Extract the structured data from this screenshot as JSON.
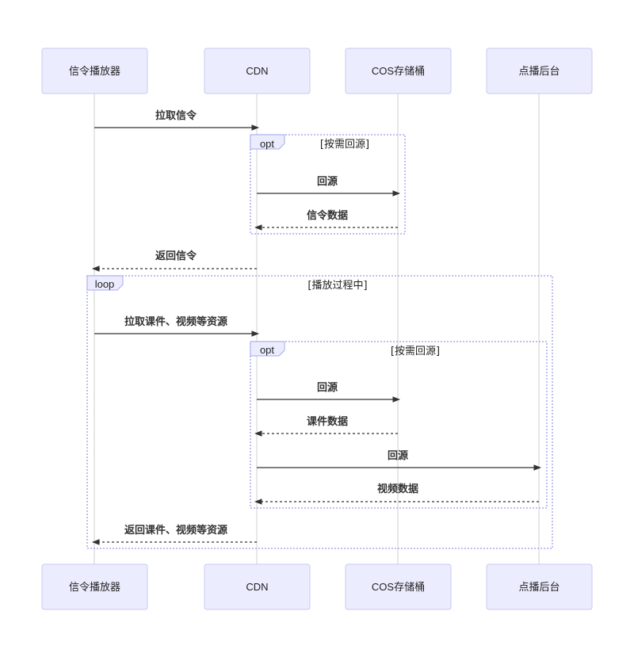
{
  "actors": [
    {
      "id": "player",
      "label": "信令播放器"
    },
    {
      "id": "cdn",
      "label": "CDN"
    },
    {
      "id": "cos",
      "label": "COS存储桶"
    },
    {
      "id": "vod",
      "label": "点播后台"
    }
  ],
  "messages": [
    {
      "from": "player",
      "to": "cdn",
      "label": "拉取信令",
      "style": "solid"
    },
    {
      "from": "cdn",
      "to": "cos",
      "label": "回源",
      "style": "solid"
    },
    {
      "from": "cos",
      "to": "cdn",
      "label": "信令数据",
      "style": "dashed"
    },
    {
      "from": "cdn",
      "to": "player",
      "label": "返回信令",
      "style": "dashed"
    },
    {
      "from": "player",
      "to": "cdn",
      "label": "拉取课件、视频等资源",
      "style": "solid"
    },
    {
      "from": "cdn",
      "to": "cos",
      "label": "回源",
      "style": "solid"
    },
    {
      "from": "cos",
      "to": "cdn",
      "label": "课件数据",
      "style": "dashed"
    },
    {
      "from": "cdn",
      "to": "vod",
      "label": "回源",
      "style": "solid"
    },
    {
      "from": "vod",
      "to": "cdn",
      "label": "视频数据",
      "style": "dashed"
    },
    {
      "from": "cdn",
      "to": "player",
      "label": "返回课件、视频等资源",
      "style": "dashed"
    }
  ],
  "frames": [
    {
      "type": "opt",
      "condition": "[按需回源]"
    },
    {
      "type": "loop",
      "condition": "[播放过程中]"
    },
    {
      "type": "opt",
      "condition": "[按需回源]"
    }
  ],
  "colors": {
    "actor_fill": "#ECECFF",
    "frame_border": "#aaaaee",
    "line": "#333333",
    "lifeline": "#cfcfcf"
  }
}
